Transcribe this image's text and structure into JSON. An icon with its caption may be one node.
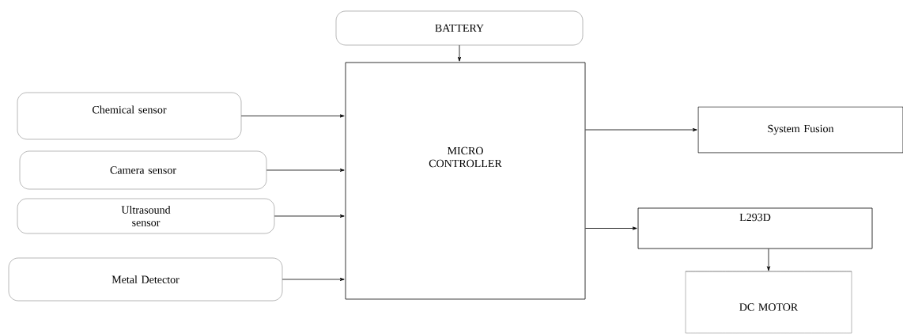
{
  "diagram": {
    "nodes": [
      {
        "text": [
          "BATTERY"
        ]
      },
      {
        "text": [
          "MICRO CONTROLLER"
        ]
      },
      {
        "text": [
          "Chemical sensor"
        ]
      },
      {
        "text": [
          "Camera sensor"
        ]
      },
      {
        "text": [
          "Ultrasound sensor"
        ]
      },
      {
        "text": [
          "Metal Detector"
        ]
      },
      {
        "text": [
          "System Fusion"
        ]
      },
      {
        "text": [
          "L293D"
        ]
      },
      {
        "text": [
          "DC MOTOR"
        ]
      }
    ],
    "edges": [
      {
        "from": 0,
        "to": 1,
        "arrow": "to"
      },
      {
        "from": 2,
        "to": 1,
        "arrow": "to"
      },
      {
        "from": 3,
        "to": 1,
        "arrow": "to"
      },
      {
        "from": 4,
        "to": 1,
        "arrow": "to"
      },
      {
        "from": 5,
        "to": 1,
        "arrow": "to"
      },
      {
        "from": 1,
        "to": 6,
        "arrow": "to"
      },
      {
        "from": 1,
        "to": 7,
        "arrow": "to"
      },
      {
        "from": 7,
        "to": 8,
        "arrow": "to"
      }
    ]
  }
}
